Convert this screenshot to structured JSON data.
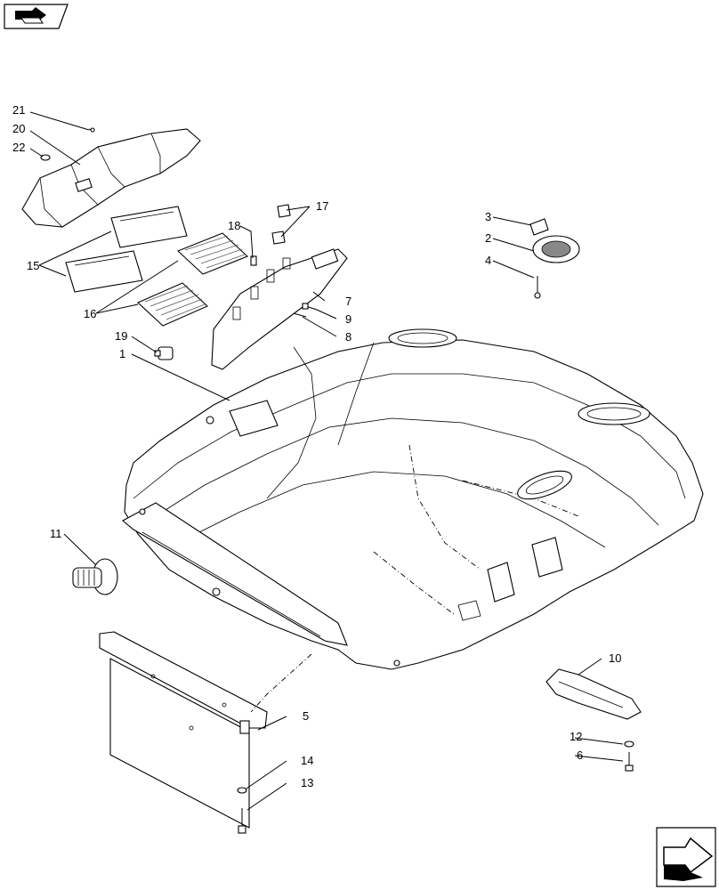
{
  "callouts": [
    "1",
    "2",
    "3",
    "4",
    "5",
    "6",
    "7",
    "8",
    "9",
    "10",
    "11",
    "12",
    "13",
    "14",
    "15",
    "16",
    "17",
    "18",
    "19",
    "20",
    "21",
    "22"
  ],
  "icons": {
    "top_left": "book-arrow-icon",
    "bottom_right": "next-page-arrow-icon"
  }
}
